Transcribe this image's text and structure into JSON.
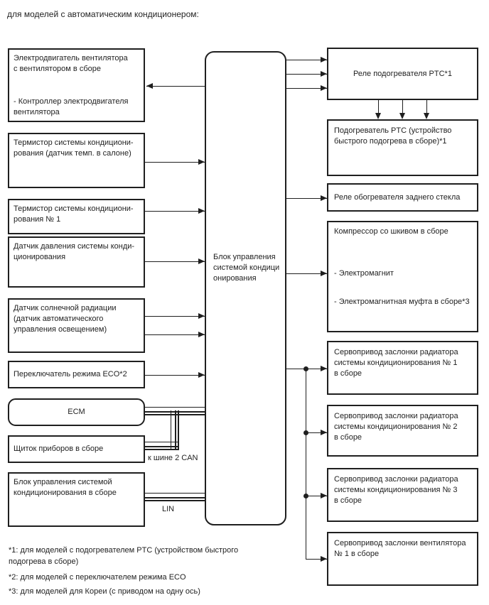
{
  "title": "для моделей с автоматическим кондиционером:",
  "center_unit": {
    "l1": "Блок управления",
    "l2": "системой кондици",
    "l3": "онирования"
  },
  "left": {
    "fan_motor": {
      "l1": "Электродвигатель вентилятора",
      "l2": "с вентилятором в сборе",
      "s1": "- Контроллер электродвигателя",
      "s2": "вентилятора"
    },
    "thermistor_cabin": {
      "l1": "Термистор системы кондициони-",
      "l2": "рования (датчик темп. в салоне)"
    },
    "thermistor_1": {
      "l1": "Термистор системы кондициони-",
      "l2": "рования № 1"
    },
    "pressure_sensor": {
      "l1": "Датчик давления системы конди-",
      "l2": "ционирования"
    },
    "solar_sensor": {
      "l1": "Датчик солнечной радиации",
      "l2": "(датчик автоматического",
      "l3": "управления освещением)"
    },
    "eco_switch": {
      "l1": "Переключатель режима ECO*2"
    },
    "ecm": {
      "l1": "ECM"
    },
    "instrument_panel": {
      "l1": "Щиток приборов в сборе"
    },
    "ac_control_assembly": {
      "l1": "Блок управления системой",
      "l2": "кондиционирования в сборе"
    }
  },
  "right": {
    "ptc_relay": {
      "l1": "Реле подогревателя PTC*1"
    },
    "ptc_heater": {
      "l1": "Подогреватель PTC (устройство",
      "l2": "быстрого подогрева в сборе)*1"
    },
    "rear_defogger_relay": {
      "l1": "Реле обогревателя заднего стекла"
    },
    "compressor": {
      "l1": "Компрессор со шкивом в сборе",
      "s1": "- Электромагнит",
      "s2": "- Электромагнитная муфта в сборе*3"
    },
    "servo_1": {
      "l1": "Сервопривод заслонки радиатора",
      "l2": "системы кондиционирования № 1",
      "l3": "в сборе"
    },
    "servo_2": {
      "l1": "Сервопривод заслонки радиатора",
      "l2": "системы кондиционирования № 2",
      "l3": "в сборе"
    },
    "servo_3": {
      "l1": "Сервопривод заслонки радиатора",
      "l2": "системы кондиционирования № 3",
      "l3": "в сборе"
    },
    "fan_servo": {
      "l1": "Сервопривод заслонки вентилятора",
      "l2": "№ 1 в сборе"
    }
  },
  "bus_labels": {
    "can": "к шине 2 CAN",
    "lin": "LIN"
  },
  "footnotes": {
    "f1a": "*1: для моделей с подогревателем PTC (устройством быстрого",
    "f1b": "подогрева в сборе)",
    "f2": "*2: для моделей с переключателем режима ECO",
    "f3": "*3: для моделей для Кореи (с приводом на одну ось)"
  },
  "colors": {
    "line": "#1f1f1f",
    "background": "#ffffff"
  }
}
